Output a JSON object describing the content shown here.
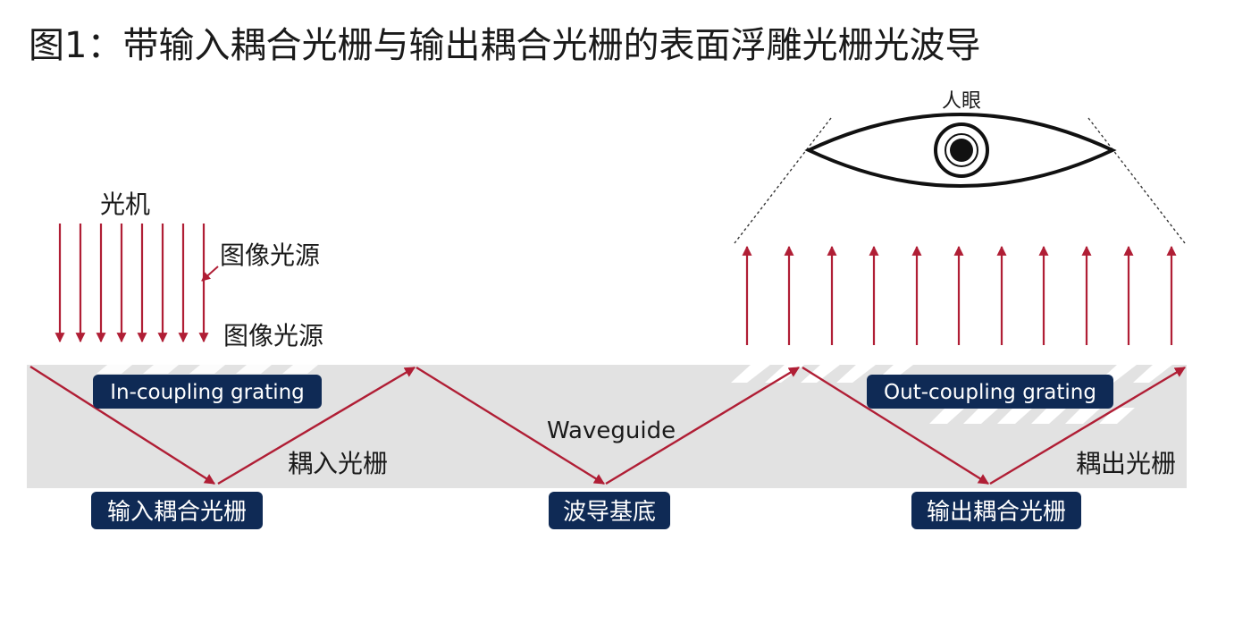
{
  "title": "图1：带输入耦合光栅与输出耦合光栅的表面浮雕光栅光波导",
  "labels": {
    "projector": "光机",
    "image_source_1": "图像光源",
    "image_source_2": "图像光源",
    "eye": "人眼",
    "waveguide": "Waveguide",
    "coupling_in_cn": "耦入光栅",
    "coupling_out_cn": "耦出光栅"
  },
  "badges": {
    "in_coupling_en": "In-coupling grating",
    "out_coupling_en": "Out-coupling grating",
    "in_coupling_cn": "输入耦合光栅",
    "substrate_cn": "波导基底",
    "out_coupling_cn": "输出耦合光栅"
  },
  "colors": {
    "ray": "#b01e35",
    "waveguide": "#e2e2e2",
    "badge": "#0f2a55",
    "stripe": "#ffffff",
    "text": "#1a1a1a"
  }
}
